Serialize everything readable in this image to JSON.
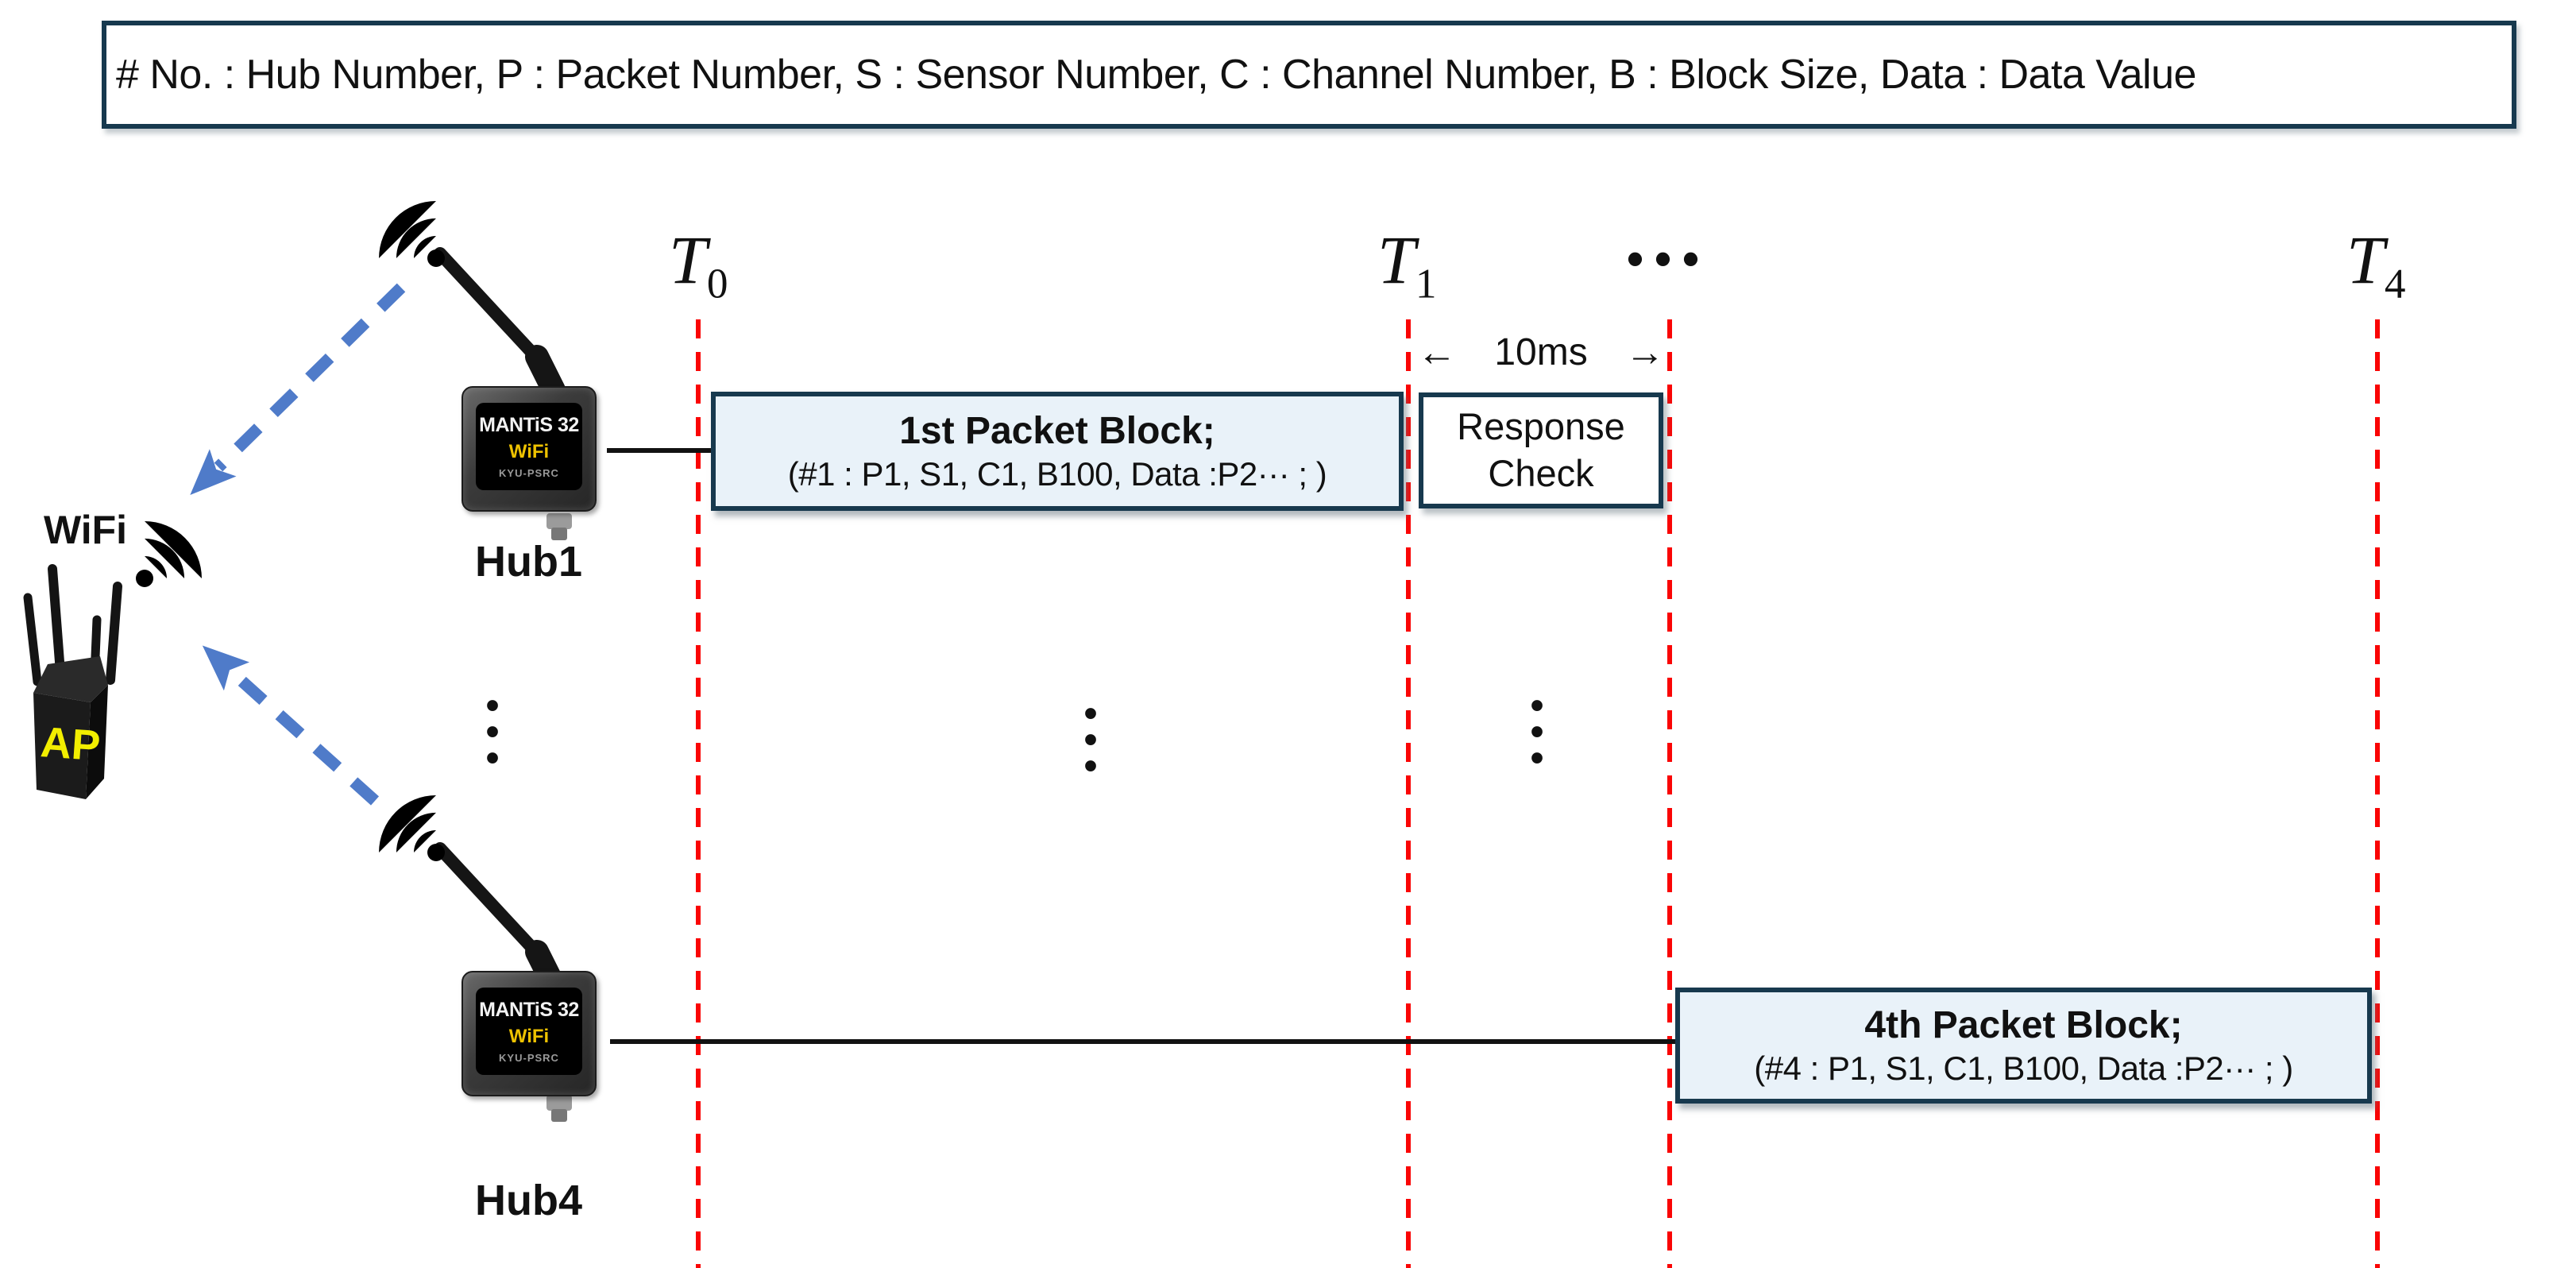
{
  "legend": {
    "text": "# No. : Hub Number, P : Packet Number, S : Sensor Number, C : Channel Number, B : Block Size, Data : Data Value"
  },
  "timeline": {
    "t0": {
      "base": "T",
      "sub": "0"
    },
    "t1": {
      "base": "T",
      "sub": "1"
    },
    "t4": {
      "base": "T",
      "sub": "4"
    },
    "top_ellipsis": "•••",
    "vertical_ellipsis": "•••",
    "interval": {
      "label": "10ms",
      "left_arrow": "←",
      "right_arrow": "→"
    }
  },
  "blocks": {
    "first": {
      "title": "1st Packet Block;",
      "detail": "(#1 : P1, S1, C1, B100, Data :P2··· ; )"
    },
    "fourth": {
      "title": "4th Packet Block;",
      "detail": "(#4 : P1, S1, C1, B100, Data :P2··· ; )"
    },
    "response": {
      "line1": "Response",
      "line2": "Check"
    }
  },
  "ap": {
    "wifi_label": "WiFi",
    "device_label": "AP"
  },
  "hubs": [
    {
      "name": "Hub1",
      "screen": {
        "line1": "MANTiS 32",
        "line2": "WiFi",
        "line3": "KYU-PSRC"
      }
    },
    {
      "name": "Hub4",
      "screen": {
        "line1": "MANTiS 32",
        "line2": "WiFi",
        "line3": "KYU-PSRC"
      }
    }
  ],
  "colors": {
    "red": "#fa0505",
    "blue": "#4f7bc9",
    "cyan": "#21a7e0",
    "blockFill": "#e9f2f9",
    "blockBorder": "#17394e",
    "apYellow": "#f2ee00",
    "devYellow": "#eec200",
    "ink": "#111111"
  }
}
